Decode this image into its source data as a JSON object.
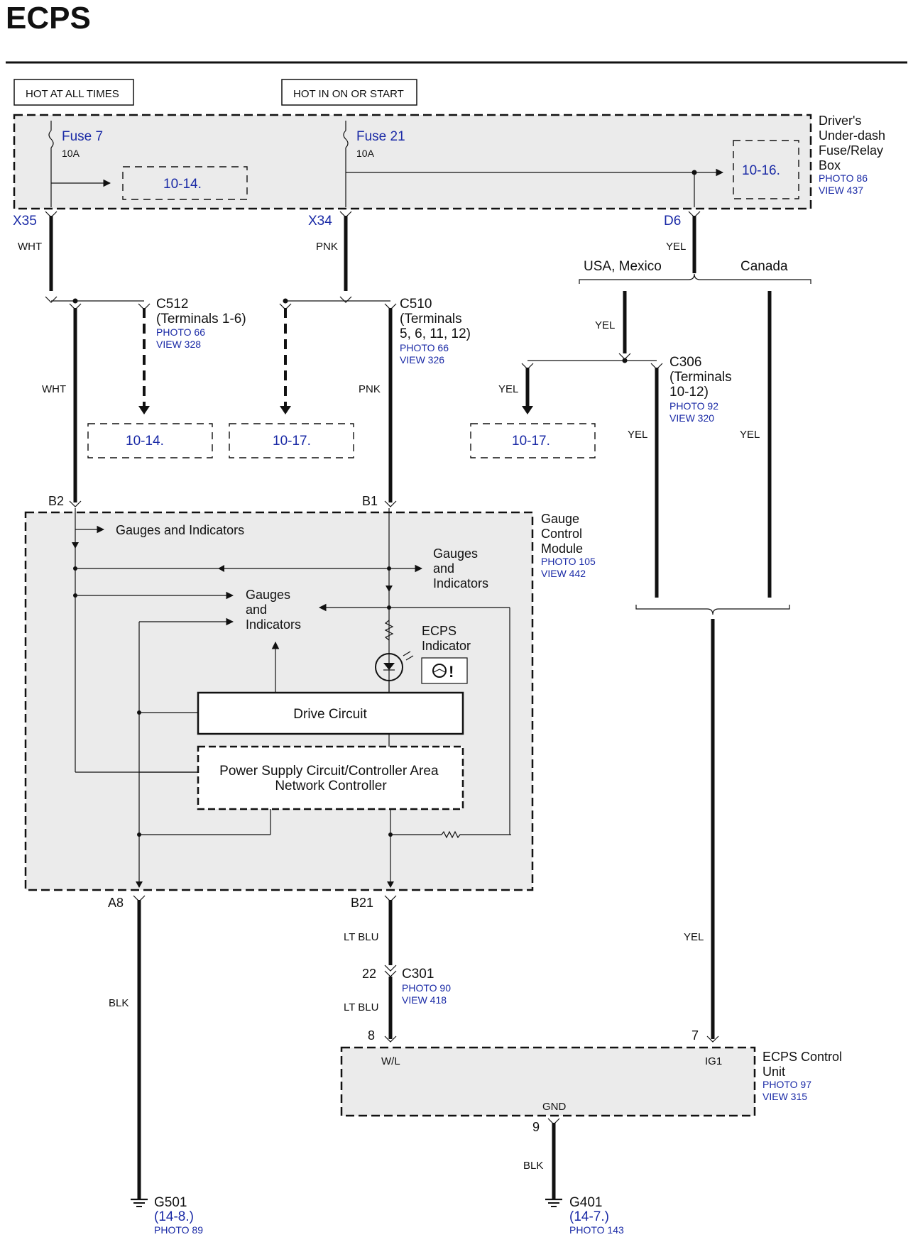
{
  "title": "ECPS",
  "power": {
    "hot_all_times": "HOT AT ALL TIMES",
    "hot_on_start": "HOT IN ON OR START"
  },
  "fuse_box": {
    "label": [
      "Driver's",
      "Under-dash",
      "Fuse/Relay",
      "Box"
    ],
    "photo": "PHOTO 86",
    "view": "VIEW 437",
    "fuse7": {
      "name": "Fuse 7",
      "rating": "10A"
    },
    "fuse21": {
      "name": "Fuse 21",
      "rating": "10A"
    },
    "ref_a": "10-14.",
    "ref_b": "10-16."
  },
  "terminals": {
    "x35": "X35",
    "x34": "X34",
    "d6": "D6",
    "b2": "B2",
    "b1": "B1",
    "a8": "A8",
    "b21": "B21"
  },
  "wires": {
    "wht": "WHT",
    "pnk": "PNK",
    "yel": "YEL",
    "ltblu": "LT BLU",
    "blk": "BLK"
  },
  "regions": {
    "usa": "USA, Mexico",
    "canada": "Canada"
  },
  "c512": {
    "name": "C512",
    "terms": "(Terminals 1-6)",
    "photo": "PHOTO 66",
    "view": "VIEW 328"
  },
  "c510": {
    "name": "C510",
    "terms1": "(Terminals",
    "terms2": "5, 6, 11, 12)",
    "photo": "PHOTO 66",
    "view": "VIEW 326"
  },
  "c306": {
    "name": "C306",
    "terms1": "(Terminals",
    "terms2": "10-12)",
    "photo": "PHOTO 92",
    "view": "VIEW 320"
  },
  "refs": {
    "r1": "10-14.",
    "r2": "10-17.",
    "r3": "10-17."
  },
  "gauge_module": {
    "label": [
      "Gauge",
      "Control",
      "Module"
    ],
    "photo": "PHOTO 105",
    "view": "VIEW 442",
    "gauges1": "Gauges and Indicators",
    "gauges2": [
      "Gauges",
      "and",
      "Indicators"
    ],
    "gauges3": [
      "Gauges",
      "and",
      "Indicators"
    ],
    "indicator": [
      "ECPS",
      "Indicator"
    ],
    "drive": "Drive Circuit",
    "power_supply": [
      "Power Supply Circuit/Controller Area",
      "Network Controller"
    ]
  },
  "c301": {
    "name": "C301",
    "pin": "22",
    "photo": "PHOTO 90",
    "view": "VIEW 418"
  },
  "ecps_unit": {
    "label": [
      "ECPS Control",
      "Unit"
    ],
    "photo": "PHOTO 97",
    "view": "VIEW 315",
    "wl": "W/L",
    "ig1": "IG1",
    "gnd": "GND",
    "pin8": "8",
    "pin7": "7",
    "pin9": "9"
  },
  "g501": {
    "name": "G501",
    "ref": "(14-8.)",
    "photo": "PHOTO 89"
  },
  "g401": {
    "name": "G401",
    "ref": "(14-7.)",
    "photo": "PHOTO 143"
  }
}
